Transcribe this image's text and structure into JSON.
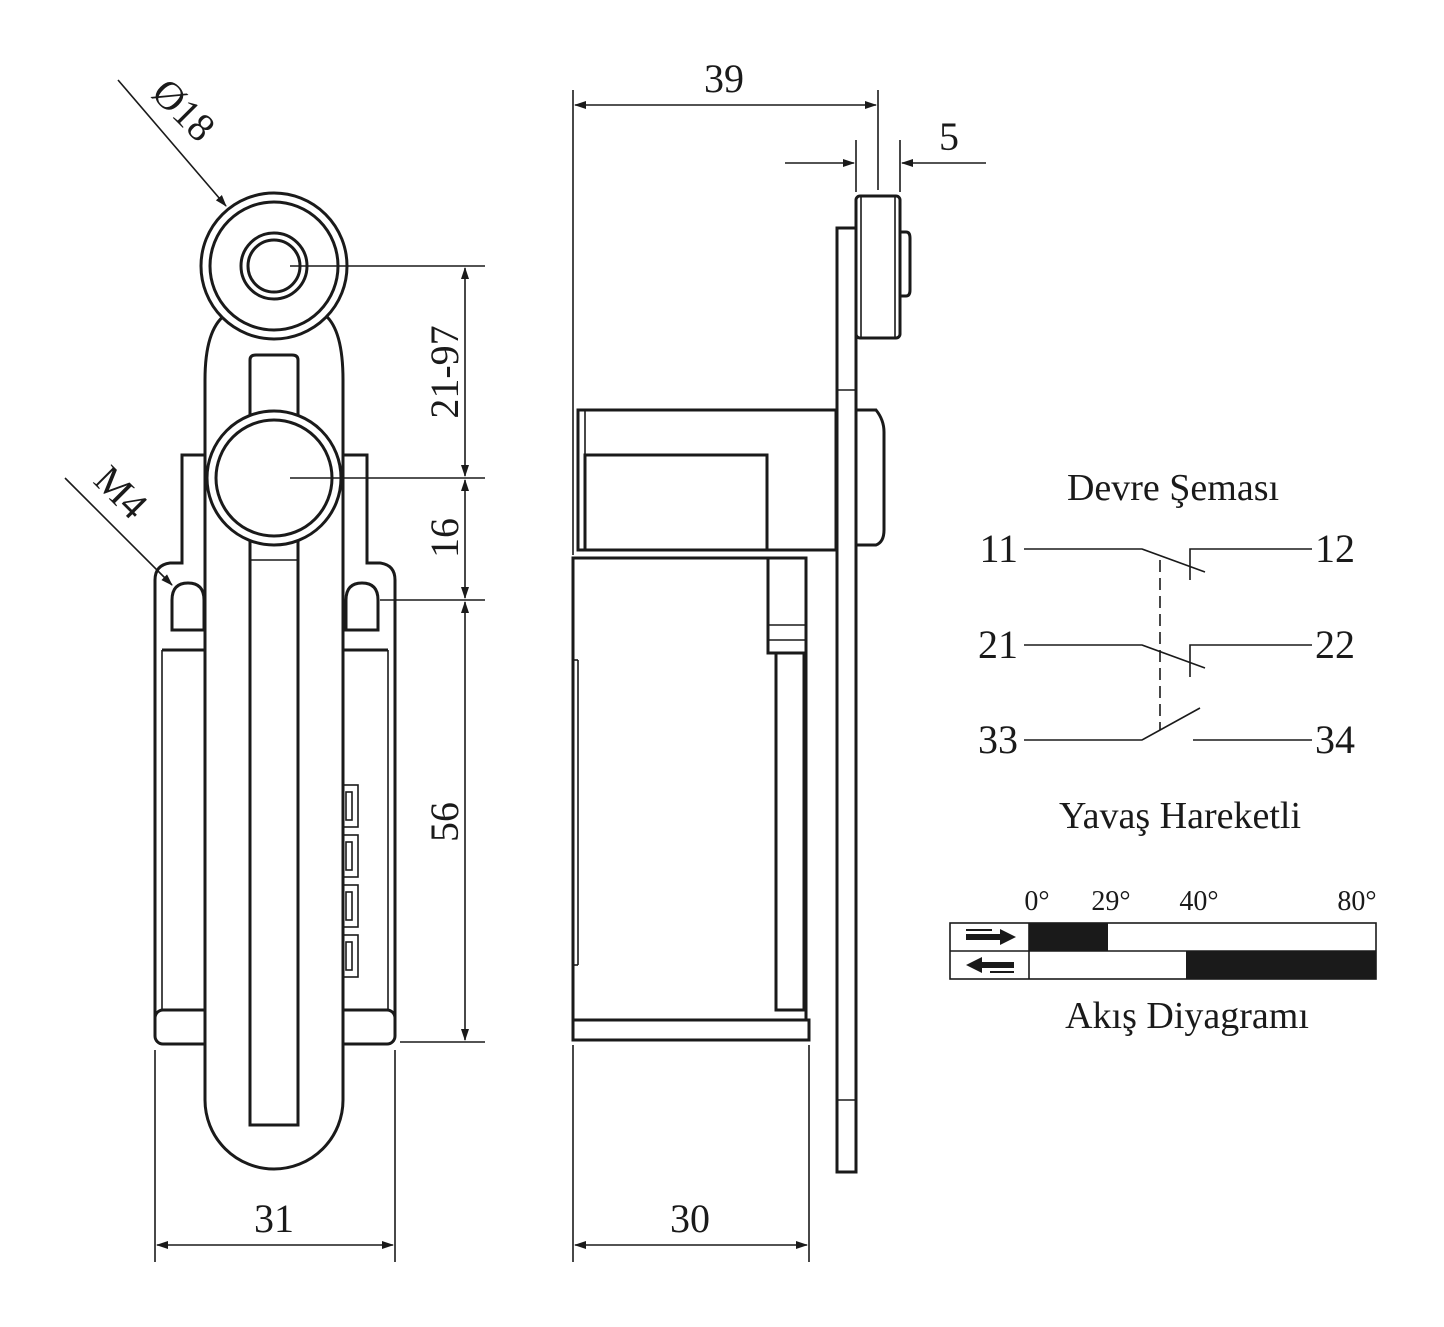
{
  "front_view": {
    "dim_roller_diameter": "Ø18",
    "dim_lever_range": "21-97",
    "dim_shaft_offset": "16",
    "dim_body_height": "56",
    "dim_body_width": "31",
    "dim_thread": "M4"
  },
  "side_view": {
    "dim_total_depth": "39",
    "dim_roller_width": "5",
    "dim_body_depth": "30"
  },
  "circuit": {
    "title": "Devre Şeması",
    "terminals": [
      "11",
      "12",
      "21",
      "22",
      "33",
      "34"
    ],
    "caption": "Yavaş Hareketli"
  },
  "flow_diagram": {
    "angles": [
      "0°",
      "29°",
      "40°",
      "80°"
    ],
    "title": "Akış Diyagramı",
    "fill_color": "#1a1a1a"
  }
}
